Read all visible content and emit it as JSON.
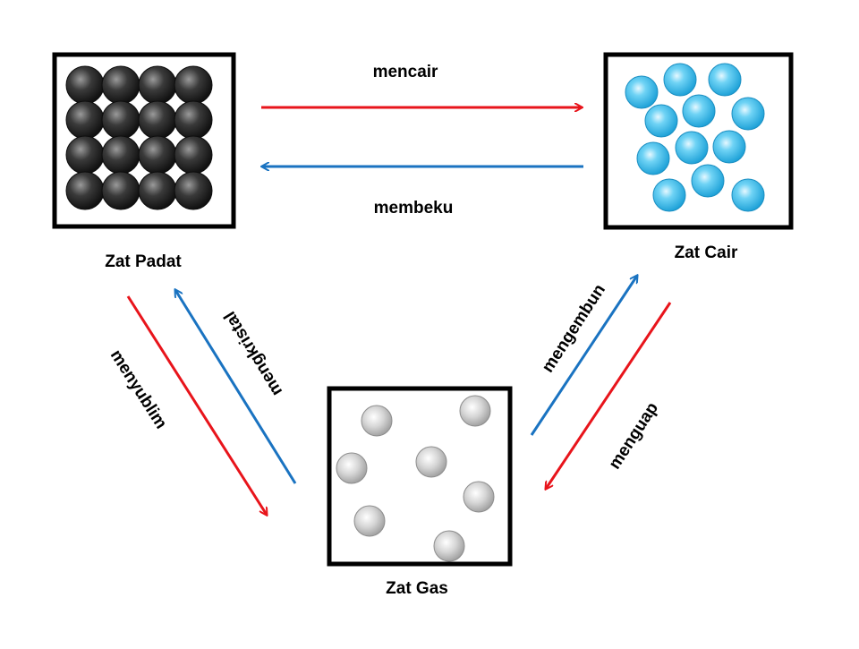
{
  "states": {
    "solid": {
      "label": "Zat Padat",
      "particle_color": "#3a3a3a"
    },
    "liquid": {
      "label": "Zat Cair",
      "particle_color": "#29b6e8"
    },
    "gas": {
      "label": "Zat Gas",
      "particle_color": "#c8c8c8"
    }
  },
  "transitions": {
    "melting": {
      "label": "mencair",
      "color": "#e8141b"
    },
    "freezing": {
      "label": "membeku",
      "color": "#1a73c1"
    },
    "sublimation": {
      "label": "menyublim",
      "color": "#e8141b"
    },
    "deposition": {
      "label": "mengkristal",
      "color": "#1a73c1"
    },
    "condensation": {
      "label": "mengembun",
      "color": "#1a73c1"
    },
    "evaporation": {
      "label": "menguap",
      "color": "#e8141b"
    }
  }
}
